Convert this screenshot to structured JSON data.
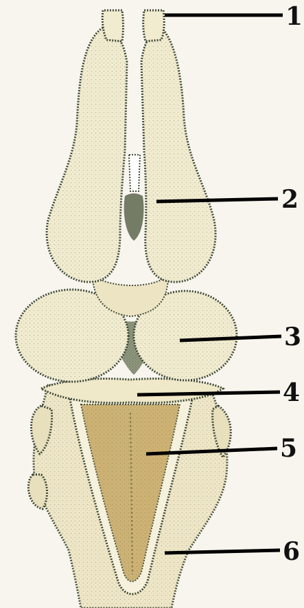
{
  "labels": [
    "1",
    "2",
    "3",
    "4",
    "5",
    "6"
  ],
  "colors": {
    "tissue": "#efe8c8",
    "tissue_light": "#f4efd8",
    "outline": "#3a4a3e",
    "shadow": "#6b7358",
    "fossa": "#c9ad6a",
    "leader": "#000000"
  }
}
